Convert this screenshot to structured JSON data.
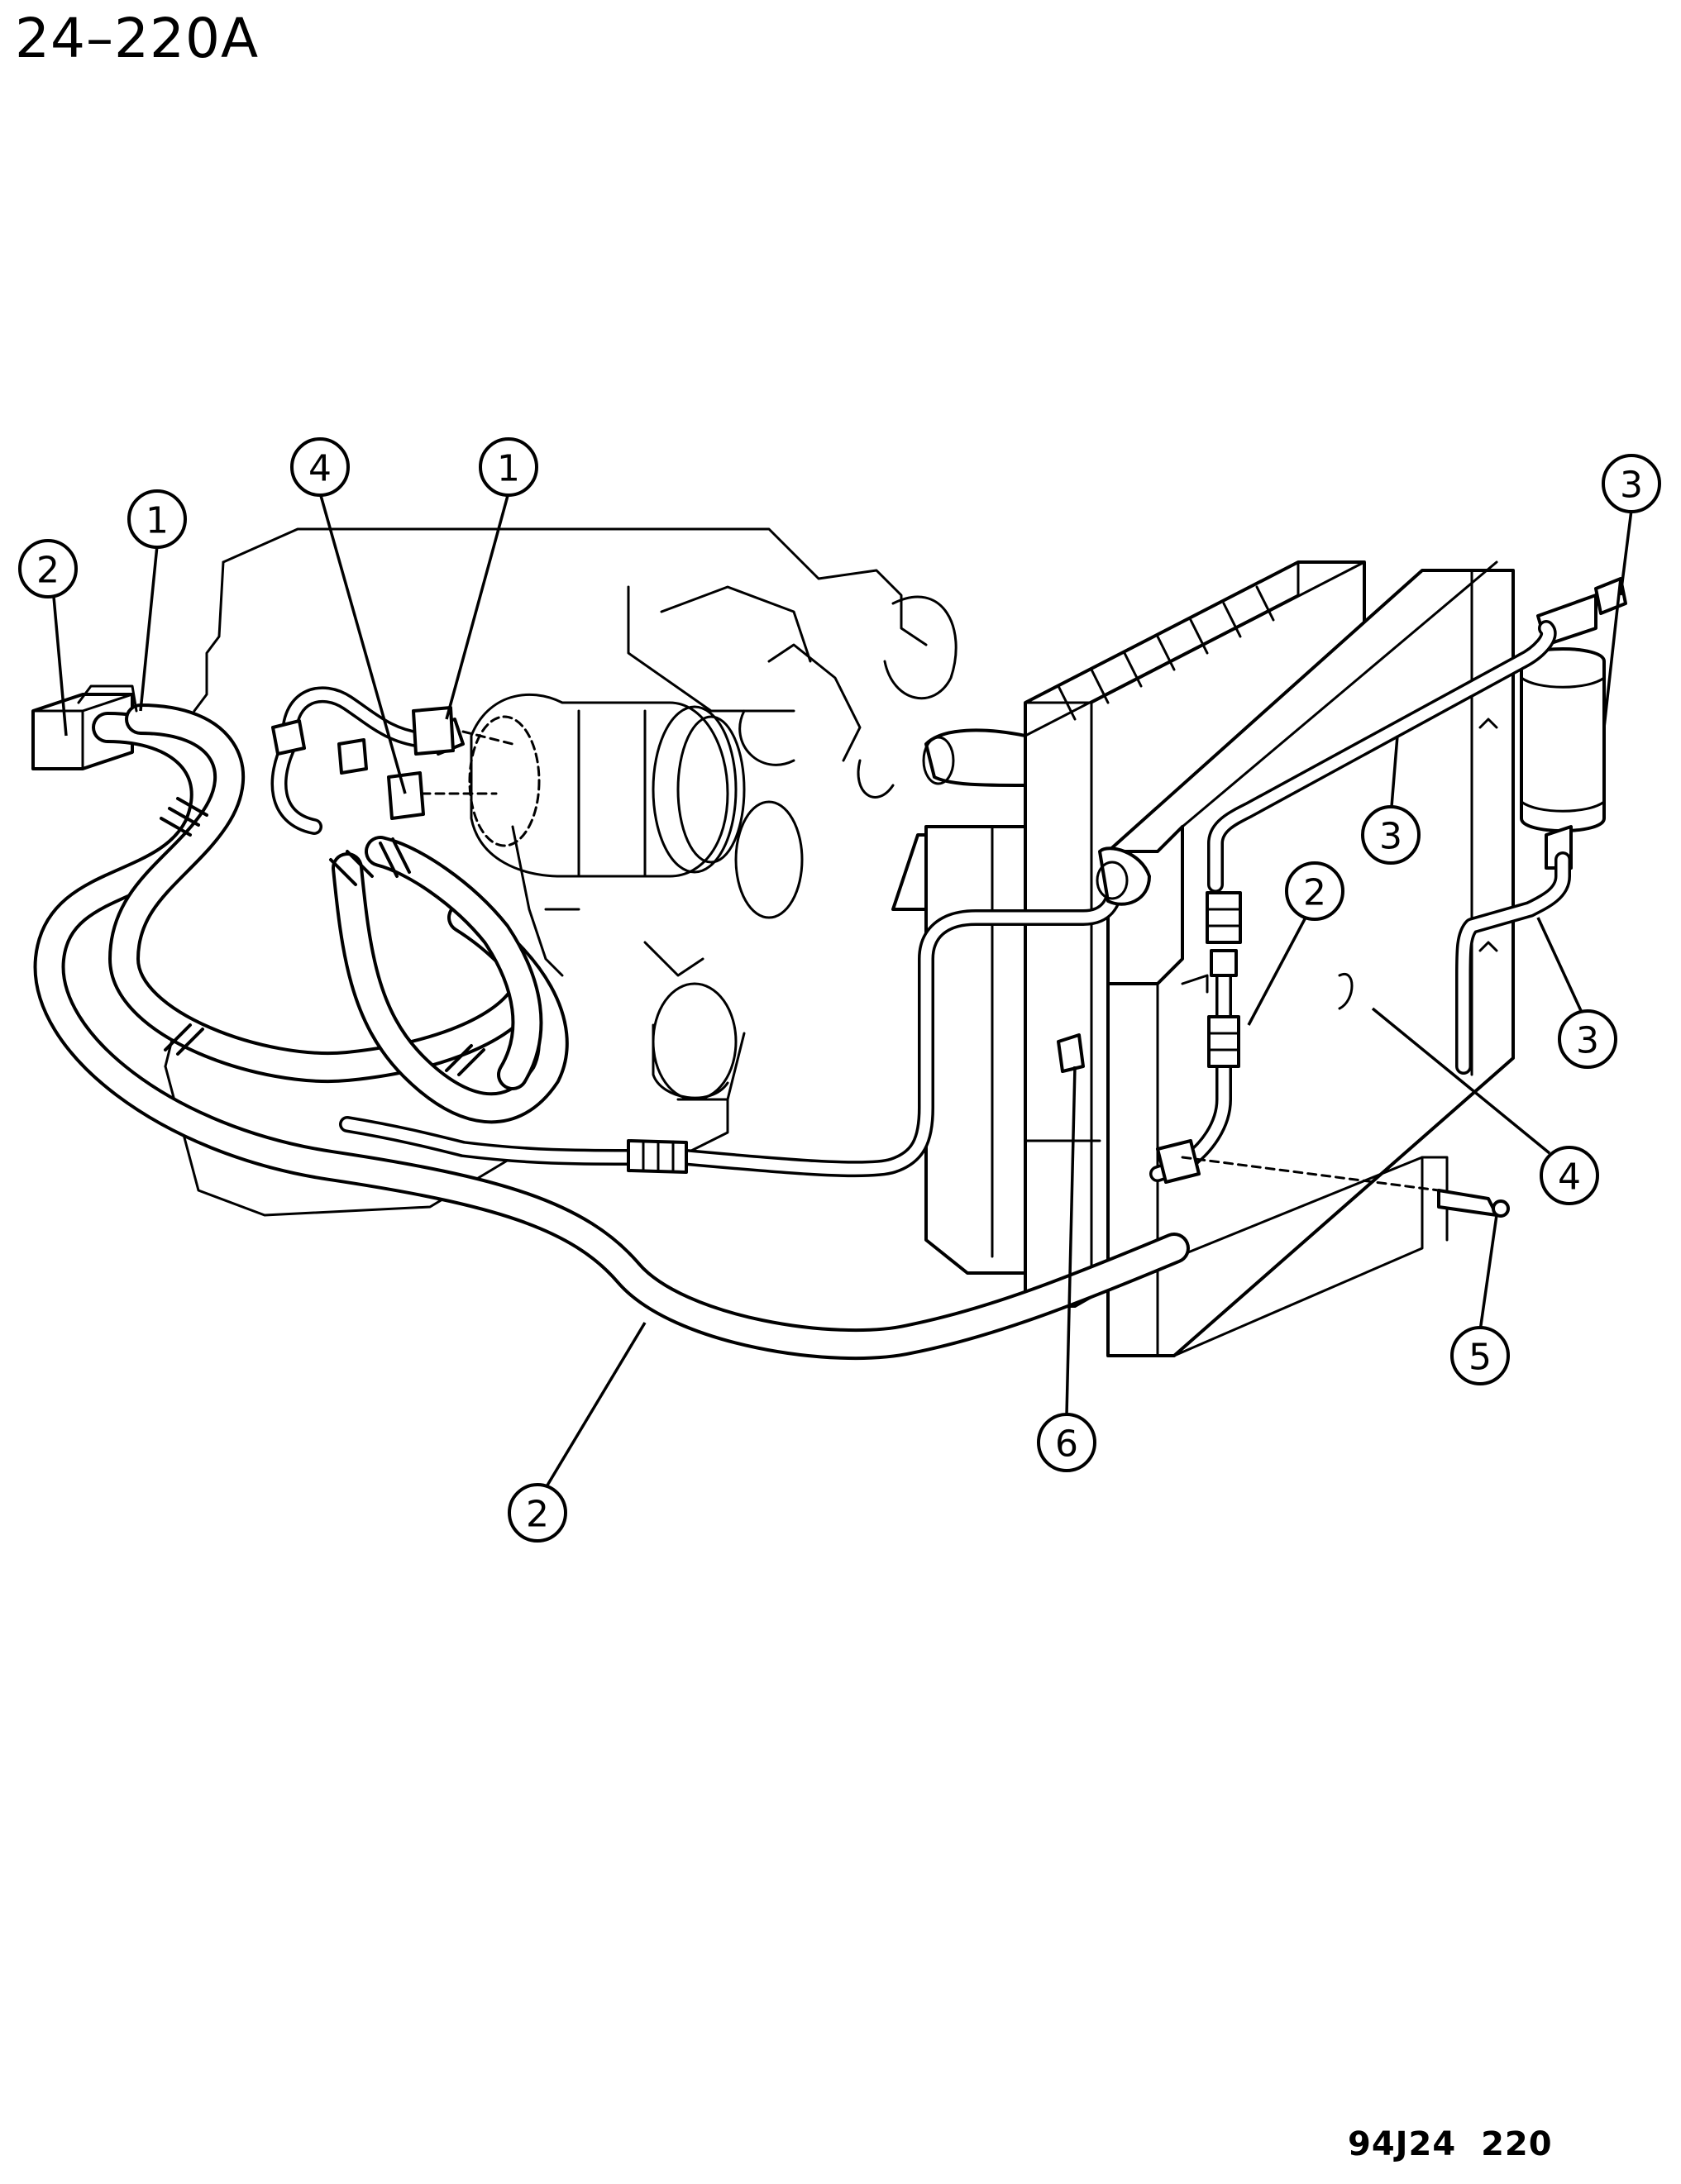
{
  "page_code": "24–220A",
  "figure_ref": "94J24  220",
  "callouts": [
    {
      "id": "c-2-left",
      "number": "2"
    },
    {
      "id": "c-1-left",
      "number": "1"
    },
    {
      "id": "c-4-top",
      "number": "4"
    },
    {
      "id": "c-1-top",
      "number": "1"
    },
    {
      "id": "c-3-topright",
      "number": "3"
    },
    {
      "id": "c-3-mid",
      "number": "3"
    },
    {
      "id": "c-2-mid",
      "number": "2"
    },
    {
      "id": "c-3-right",
      "number": "3"
    },
    {
      "id": "c-4-right",
      "number": "4"
    },
    {
      "id": "c-5",
      "number": "5"
    },
    {
      "id": "c-6",
      "number": "6"
    },
    {
      "id": "c-2-bottom",
      "number": "2"
    }
  ]
}
